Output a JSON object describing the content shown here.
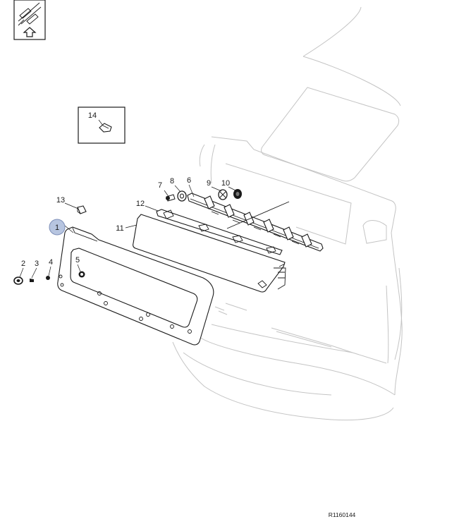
{
  "callouts": [
    {
      "id": "1",
      "text": "1",
      "highlighted": true
    },
    {
      "id": "2",
      "text": "2"
    },
    {
      "id": "3",
      "text": "3"
    },
    {
      "id": "4",
      "text": "4"
    },
    {
      "id": "5",
      "text": "5"
    },
    {
      "id": "6",
      "text": "6"
    },
    {
      "id": "7",
      "text": "7"
    },
    {
      "id": "8",
      "text": "8"
    },
    {
      "id": "9",
      "text": "9"
    },
    {
      "id": "10",
      "text": "10"
    },
    {
      "id": "11",
      "text": "11"
    },
    {
      "id": "12",
      "text": "12"
    },
    {
      "id": "13",
      "text": "13"
    },
    {
      "id": "14",
      "text": "14"
    }
  ],
  "reference_code": "R1160144",
  "colors": {
    "highlight_fill": "#b7c5e0",
    "highlight_stroke": "#7d8fb8",
    "line": "#1a1a1a",
    "vehicle_outline": "#c4c4c4"
  },
  "icons": [
    "view-orientation-icon",
    "up-arrow-icon"
  ]
}
